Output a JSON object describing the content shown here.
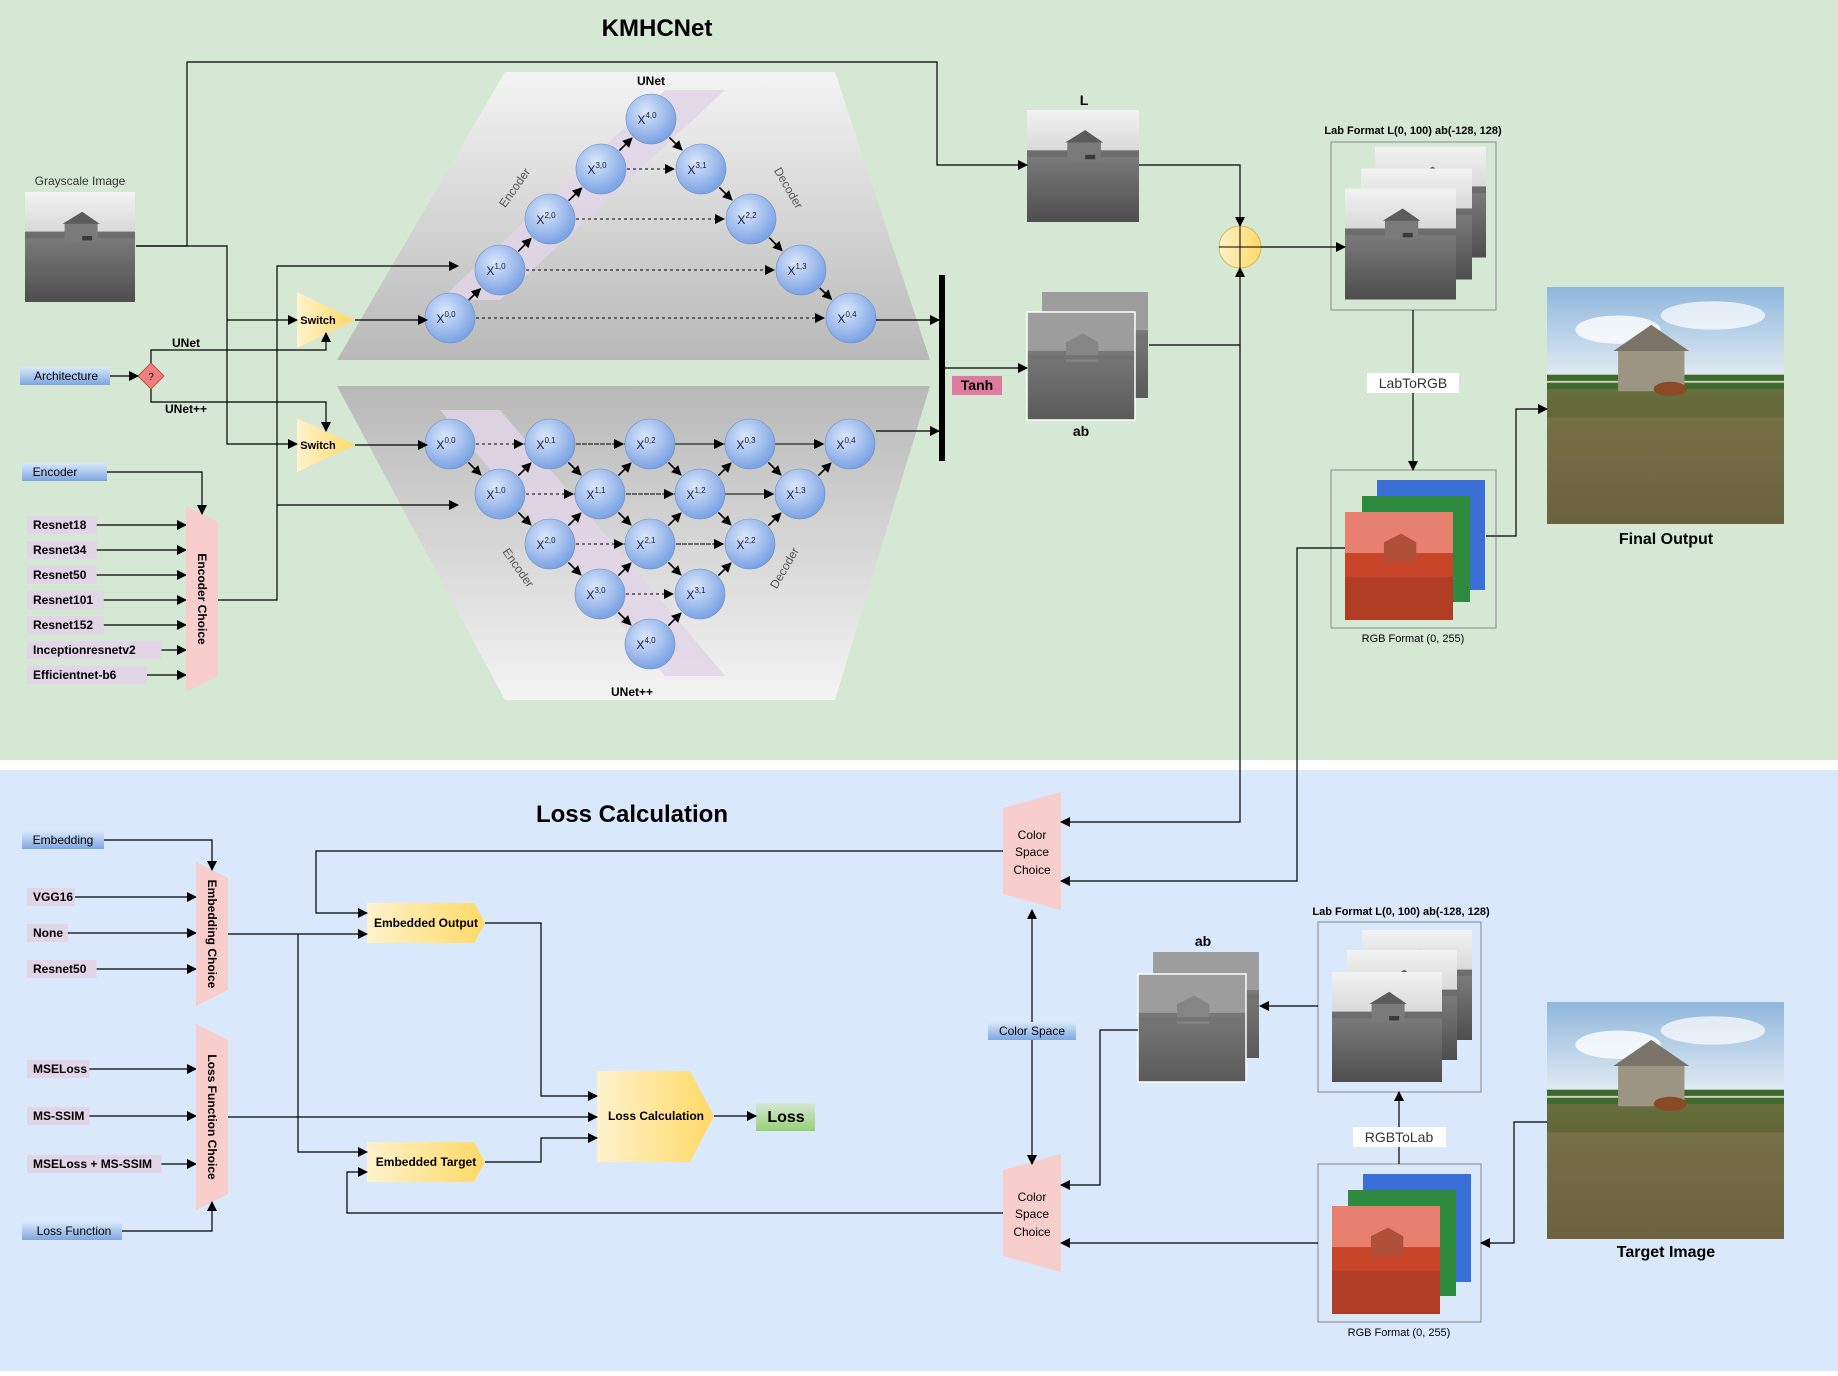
{
  "top": {
    "title": "KMHCNet",
    "grayscale_label": "Grayscale Image",
    "architecture_label": "Architecture",
    "decision_mark": "?",
    "branch_unet": "UNet",
    "branch_unetpp": "UNet++",
    "switch_label": "Switch",
    "encoder_label": "Encoder",
    "encoder_choice": "Encoder Choice",
    "encoders": [
      "Resnet18",
      "Resnet34",
      "Resnet50",
      "Resnet101",
      "Resnet152",
      "Inceptionresnetv2",
      "Efficientnet-b6"
    ],
    "unet_title": "UNet",
    "unetpp_title": "UNet++",
    "encoder_band": "Encoder",
    "decoder_band": "Decoder",
    "tanh": "Tanh",
    "l_label": "L",
    "ab_label": "ab",
    "lab_format": "Lab Format L(0, 100) ab(-128, 128)",
    "lab_to_rgb": "LabToRGB",
    "rgb_format": "RGB Format (0, 255)",
    "final_output": "Final Output"
  },
  "unet_nodes": [
    {
      "b": "0",
      "s": "0,0"
    },
    {
      "b": "1",
      "s": "1,0"
    },
    {
      "b": "2",
      "s": "2,0"
    },
    {
      "b": "3",
      "s": "3,0"
    },
    {
      "b": "4",
      "s": "4,0"
    },
    {
      "b": "3",
      "s": "3,1"
    },
    {
      "b": "2",
      "s": "2,2"
    },
    {
      "b": "1",
      "s": "1,3"
    },
    {
      "b": "0",
      "s": "0,4"
    }
  ],
  "unetpp_nodes": [
    {
      "b": "0",
      "s": "0,0"
    },
    {
      "b": "0",
      "s": "0,1"
    },
    {
      "b": "0",
      "s": "0,2"
    },
    {
      "b": "0",
      "s": "0,3"
    },
    {
      "b": "0",
      "s": "0,4"
    },
    {
      "b": "1",
      "s": "1,0"
    },
    {
      "b": "1",
      "s": "1,1"
    },
    {
      "b": "1",
      "s": "1,2"
    },
    {
      "b": "1",
      "s": "1,3"
    },
    {
      "b": "2",
      "s": "2,0"
    },
    {
      "b": "2",
      "s": "2,1"
    },
    {
      "b": "2",
      "s": "2,2"
    },
    {
      "b": "3",
      "s": "3,0"
    },
    {
      "b": "3",
      "s": "3,1"
    },
    {
      "b": "4",
      "s": "4,0"
    }
  ],
  "bottom": {
    "title": "Loss Calculation",
    "embedding_label": "Embedding",
    "embedding_choice": "Embedding Choice",
    "embeddings": [
      "VGG16",
      "None",
      "Resnet50"
    ],
    "loss_function_choice": "Loss Function Choice",
    "losses": [
      "MSELoss",
      "MS-SSIM",
      "MSELoss + MS-SSIM"
    ],
    "loss_function_label": "Loss Function",
    "embedded_output": "Embedded Output",
    "embedded_target": "Embedded Target",
    "loss_calculation": "Loss Calculation",
    "loss": "Loss",
    "color_space_choice": [
      "Color",
      "Space",
      "Choice"
    ],
    "color_space_label": "Color Space",
    "ab_label": "ab",
    "lab_format": "Lab Format L(0, 100) ab(-128, 128)",
    "rgb_to_lab": "RGBToLab",
    "rgb_format": "RGB Format (0, 255)",
    "target_image": "Target Image"
  },
  "colors": {
    "top_bg": "#d5e8d4",
    "bottom_bg": "#dae8fc",
    "node": "#8fb0e8",
    "choice_trapezoid": "#f8cecc",
    "switch": "#ffd966",
    "input_tag": "#7ea6e0",
    "option_tag": "#e1d5e7",
    "tanh": "#e07ba0",
    "loss_green": "#97d077"
  }
}
